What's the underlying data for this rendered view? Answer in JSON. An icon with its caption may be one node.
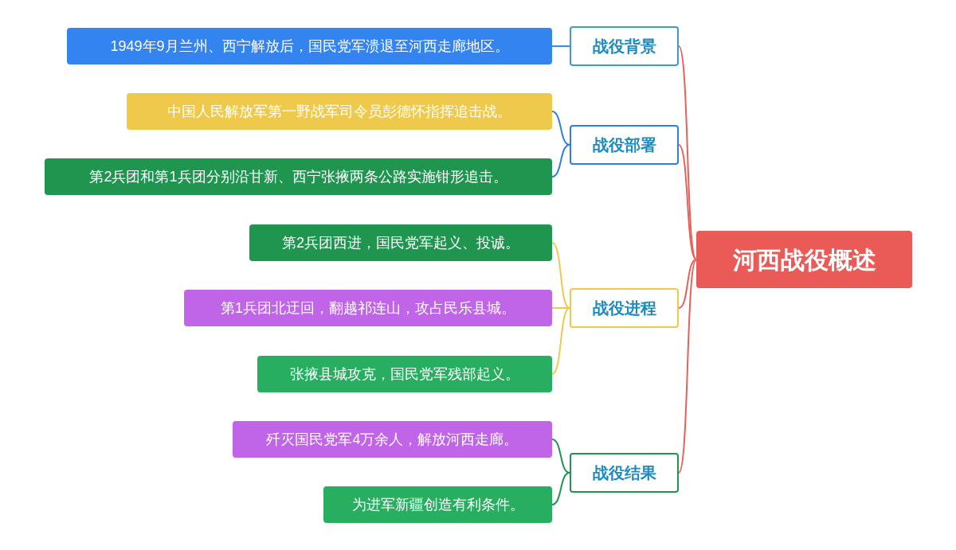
{
  "diagram": {
    "nodes": [
      {
        "text": [
          "河西战役概述"
        ]
      },
      {
        "text": [
          "战役背景"
        ]
      },
      {
        "text": [
          "1949年9月兰州、西宁解放后，国民党军溃退至河西走廊地区。"
        ]
      },
      {
        "text": [
          "战役部署"
        ]
      },
      {
        "text": [
          "中国人民解放军第一野战军司令员彭德怀指挥追击战。"
        ]
      },
      {
        "text": [
          "第2兵团和第1兵团分别沿甘新、西宁张掖两条公路实施钳形追击。"
        ]
      },
      {
        "text": [
          "战役进程"
        ]
      },
      {
        "text": [
          "第2兵团西进，国民党军起义、投诚。"
        ]
      },
      {
        "text": [
          "第1兵团北迂回，翻越祁连山，攻占民乐县城。"
        ]
      },
      {
        "text": [
          "张掖县城攻克，国民党军残部起义。"
        ]
      },
      {
        "text": [
          "战役结果"
        ]
      },
      {
        "text": [
          "歼灭国民党军4万余人，解放河西走廊。"
        ]
      },
      {
        "text": [
          "为进军新疆创造有利条件。"
        ]
      }
    ],
    "edges": [
      {
        "from": 0,
        "to": 1,
        "arrow": "none",
        "color": "#e8605a"
      },
      {
        "from": 0,
        "to": 3,
        "arrow": "none",
        "color": "#e8605a"
      },
      {
        "from": 0,
        "to": 6,
        "arrow": "none",
        "color": "#e8605a"
      },
      {
        "from": 0,
        "to": 10,
        "arrow": "none",
        "color": "#e8605a"
      },
      {
        "from": 1,
        "to": 2,
        "arrow": "none",
        "color": "#3a8fdc"
      },
      {
        "from": 3,
        "to": 4,
        "arrow": "none",
        "color": "#2f7fe0"
      },
      {
        "from": 3,
        "to": 5,
        "arrow": "none",
        "color": "#2f7fe0"
      },
      {
        "from": 6,
        "to": 7,
        "arrow": "none",
        "color": "#efc94c"
      },
      {
        "from": 6,
        "to": 8,
        "arrow": "none",
        "color": "#efc94c"
      },
      {
        "from": 6,
        "to": 9,
        "arrow": "none",
        "color": "#efc94c"
      },
      {
        "from": 10,
        "to": 11,
        "arrow": "none",
        "color": "#1f9550"
      },
      {
        "from": 10,
        "to": 12,
        "arrow": "none",
        "color": "#1f9550"
      }
    ]
  }
}
